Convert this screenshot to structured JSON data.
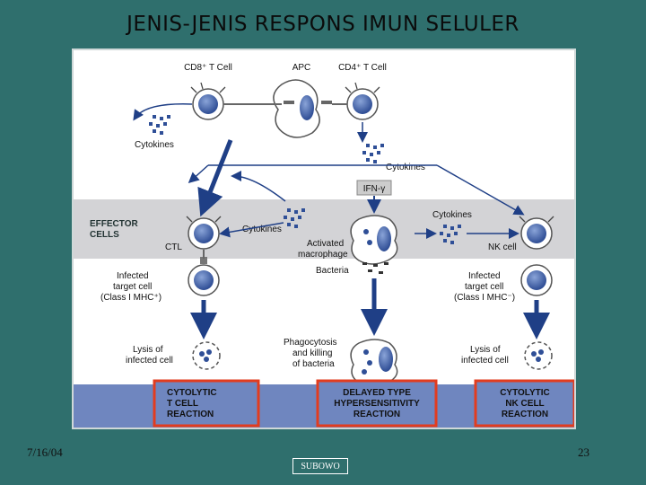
{
  "slide": {
    "title": "JENIS-JENIS RESPONS IMUN SELULER",
    "date": "7/16/04",
    "page_number": "23",
    "author": "SUBOWO"
  },
  "diagram": {
    "labels": {
      "cd8_t_cell": "CD8⁺ T Cell",
      "apc": "APC",
      "cd4_t_cell": "CD4⁺ T Cell",
      "cytokines_left": "Cytokines",
      "cytokines_center": "Cytokines",
      "ifn_gamma": "IFN-γ",
      "effector_line1": "EFFECTOR",
      "effector_line2": "CELLS",
      "ctl": "CTL",
      "cytokines_mid": "Cytokines",
      "activated_line1": "Activated",
      "activated_line2": "macrophage",
      "cytokines_right": "Cytokines",
      "nk_cell": "NK cell",
      "bacteria": "Bacteria",
      "infected_left_1": "Infected",
      "infected_left_2": "target cell",
      "infected_left_3": "(Class I MHC⁺)",
      "infected_right_1": "Infected",
      "infected_right_2": "target cell",
      "infected_right_3": "(Class I MHC⁻)",
      "lysis_left_1": "Lysis of",
      "lysis_left_2": "infected cell",
      "phago_1": "Phagocytosis",
      "phago_2": "and killing",
      "phago_3": "of bacteria",
      "lysis_right_1": "Lysis of",
      "lysis_right_2": "infected cell"
    },
    "reactions": {
      "left_1": "CYTOLYTIC",
      "left_2": "T CELL",
      "left_3": "REACTION",
      "center_1": "DELAYED TYPE",
      "center_2": "HYPERSENSITIVITY",
      "center_3": "REACTION",
      "right_1": "CYTOLYTIC",
      "right_2": "NK CELL",
      "right_3": "REACTION"
    },
    "colors": {
      "cell_blue": "#2f4f97",
      "effector_band": "#d3d3d6",
      "reaction_band": "#6f86bf",
      "reaction_border": "#e23c1f",
      "arrow": "#1f3f86"
    }
  }
}
